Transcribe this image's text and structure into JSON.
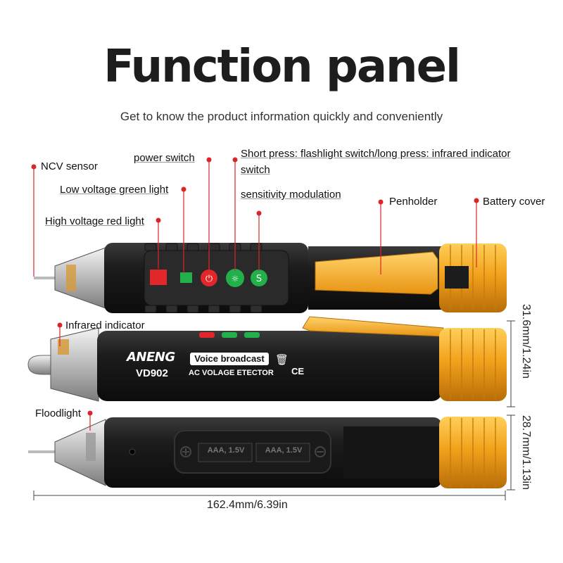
{
  "header": {
    "title": "Function panel",
    "subtitle": "Get to know the product information quickly and conveniently"
  },
  "callouts": {
    "ncv_sensor": "NCV sensor",
    "power_switch": "power switch",
    "flashlight_switch": "Short press: flashlight switch/long press: infrared indicator",
    "flashlight_switch_line2": "switch",
    "low_voltage": "Low voltage green light",
    "sensitivity": "sensitivity modulation",
    "penholder": "Penholder",
    "battery_cover": "Battery cover",
    "high_voltage": "High voltage red light",
    "infrared": "Infrared indicator",
    "floodlight": "Floodlight"
  },
  "device": {
    "brand": "ANENG",
    "model": "VD902",
    "voice": "Voice broadcast",
    "function": "AC VOLAGE ETECTOR",
    "ce": "CE",
    "battery_left": "AAA, 1.5V",
    "battery_right": "AAA, 1.5V"
  },
  "dimensions": {
    "length": "162.4mm/6.39in",
    "dia_top": "31.6mm/1.24in",
    "dia_bottom": "28.7mm/1.13in"
  },
  "colors": {
    "accent_red": "#d9262c",
    "body_orange": "#f2a21c",
    "body_black": "#1b1b1b"
  }
}
